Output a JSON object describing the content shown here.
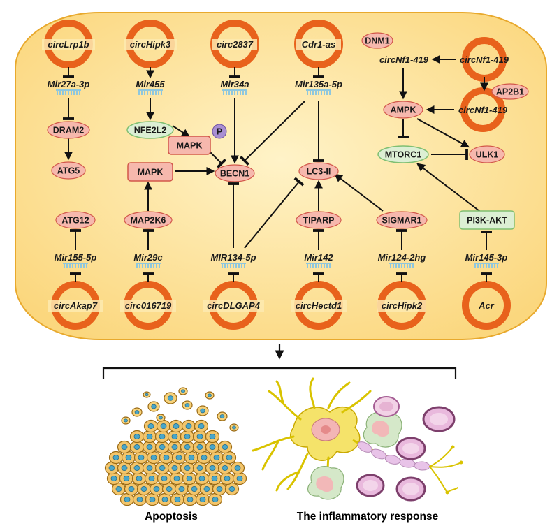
{
  "colors": {
    "cell_fill": "#fbe3a0",
    "cell_stroke": "#e8a92d",
    "circ_ring": "#e8621c",
    "protein_fill": "#f6b8ad",
    "protein_stroke": "#d2574a",
    "green_fill": "#dcefd4",
    "green_stroke": "#7fbf72",
    "p_fill": "#a98fd2",
    "comb": "#8ec7de"
  },
  "circ_rnas": {
    "lrp1b": "circLrp1b",
    "hipk3": "circHipk3",
    "c2837": "circ2837",
    "cdr1as": "Cdr1-as",
    "nf1_right": "circNf1-419",
    "nf1_mid": "circNf1-419",
    "akap7": "circAkap7",
    "c016719": "circ016719",
    "dlgap4": "circDLGAP4",
    "hectd1": "circHectd1",
    "hipk2": "circHipk2",
    "acr": "Acr"
  },
  "mirnas": {
    "m27a": "Mir27a-3p",
    "m455": "Mir455",
    "m34a": "Mir34a",
    "m135": "Mir135a-5p",
    "m155": "Mir155-5p",
    "m29c": "Mir29c",
    "m134": "MIR134-5p",
    "m142": "Mir142",
    "m124": "Mir124-2hg",
    "m145": "Mir145-3p",
    "nf1_text": "circNf1-419"
  },
  "proteins": {
    "dram2": "DRAM2",
    "atg5": "ATG5",
    "nfe2l2": "NFE2L2",
    "mapk_top": "MAPK",
    "p": "P",
    "mapk_left": "MAPK",
    "becn1": "BECN1",
    "lc3": "LC3-II",
    "dnm1": "DNM1",
    "ap2b1": "AP2B1",
    "ampk": "AMPK",
    "mtorc1": "MTORC1",
    "ulk1": "ULK1",
    "atg12": "ATG12",
    "map2k6": "MAP2K6",
    "tiparp": "TIPARP",
    "sigmar1": "SIGMAR1",
    "pi3k": "PI3K-AKT"
  },
  "outcomes": {
    "apoptosis": "Apoptosis",
    "inflammatory": "The inflammatory response"
  }
}
